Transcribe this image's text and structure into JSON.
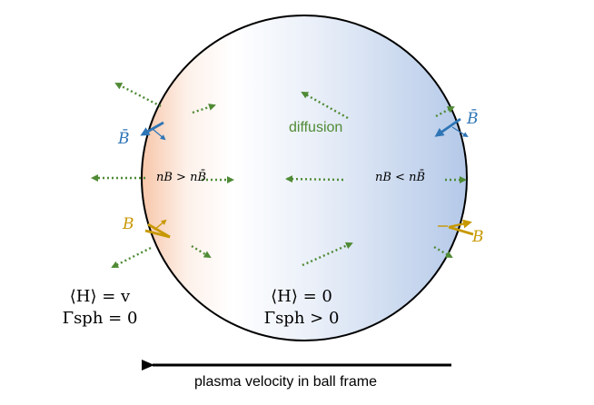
{
  "labels": {
    "diffusion": "diffusion",
    "b_bar_left": "B̄",
    "b_bar_right": "B̄",
    "b_left": "B",
    "b_right": "B",
    "density_left": "nB > nB̄",
    "density_right": "nB < nB̄",
    "outside_h": "⟨H⟩ = v",
    "outside_gamma": "Γsph = 0",
    "inside_h": "⟨H⟩ = 0",
    "inside_gamma": "Γsph > 0",
    "velocity": "plasma velocity in ball frame"
  },
  "colors": {
    "green": "#4f8a35",
    "blue": "#2e75b6",
    "gold": "#c79800",
    "ball_edge": "#000000",
    "ball_right": "#b4c9e8",
    "ball_left": "#f7c6a9"
  }
}
